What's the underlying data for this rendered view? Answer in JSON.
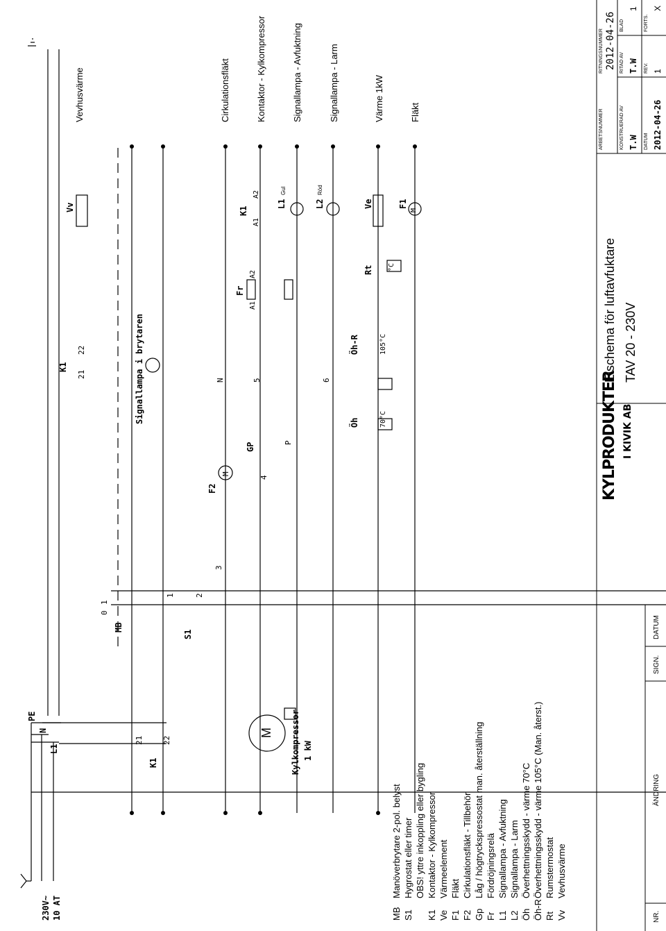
{
  "supply": {
    "rating_line1": "230V~",
    "rating_line2": "10 AT",
    "pe": "PE",
    "n": "N",
    "l1": "L1"
  },
  "compressor": {
    "name": "Kylkompressor",
    "power": "1 kW",
    "motor": "M"
  },
  "contactor_k1": {
    "label": "K1",
    "aux_21": "21",
    "aux_22": "22",
    "top_21": "21",
    "top_22": "22"
  },
  "switch_mb": {
    "label": "MB",
    "pos_0": "0",
    "pos_1": "1"
  },
  "switch_s1": {
    "label": "S1"
  },
  "terminals": {
    "t1": "1",
    "t2": "2",
    "t3": "3",
    "t4": "4",
    "t5": "5",
    "t6": "6",
    "tn": "N"
  },
  "lamp_switch": {
    "label": "Signallampa i brytaren"
  },
  "components": {
    "vv": "Vv",
    "f2": "F2",
    "gp": "GP",
    "gp_p": "P",
    "fr": "Fr",
    "fr_a1": "A1",
    "fr_a2": "A2",
    "k1": "K1",
    "k1_a1": "A1",
    "k1_a2": "A2",
    "l1": "L1",
    "l1_color": "Gul",
    "l2": "L2",
    "l2_color": "Röd",
    "oh": "Öh",
    "oh_temp": "70°C",
    "ohr": "Öh-R",
    "ohr_temp": "105°C",
    "rt": "Rt",
    "rt_unit": "°C",
    "ve": "Ve",
    "f1": "F1",
    "motor": "M"
  },
  "branch_labels": [
    "Vevhusvärme",
    "Cirkulationsfläkt",
    "Kontaktor - Kylkompressor",
    "Signallampa - Avfuktning",
    "Signallampa - Larm",
    "Värme 1kW",
    "Fläkt"
  ],
  "legend": [
    {
      "code": "MB",
      "desc": "Manöverbrytare 2-pol. belyst"
    },
    {
      "code": "S1",
      "desc": "Hygrostat eller timer"
    },
    {
      "code": "",
      "desc": "OBS! yttre inkoppling eller bygling"
    },
    {
      "code": "K1",
      "desc": "Kontaktor - Kylkompressor"
    },
    {
      "code": "Ve",
      "desc": "Värmeelement"
    },
    {
      "code": "F1",
      "desc": "Fläkt"
    },
    {
      "code": "F2",
      "desc": "Cirkulationsfläkt - Tillbehör"
    },
    {
      "code": "Gp",
      "desc": "Låg / högtryckspressostat man. återställning"
    },
    {
      "code": "Fr",
      "desc": "Fördröjningsrelä"
    },
    {
      "code": "L1",
      "desc": "Signallampa - Avfuktning"
    },
    {
      "code": "L2",
      "desc": "Signallampa - Larm"
    },
    {
      "code": "Öh",
      "desc": "Överhettningsskydd - värme 70°C"
    },
    {
      "code": "Öh-R",
      "desc": "Överhettningsskydd - värme 105°C (Man. återst.)"
    },
    {
      "code": "Rt",
      "desc": "Rumstermostat"
    },
    {
      "code": "Vv",
      "desc": "Vevhusvärme"
    }
  ],
  "revision_table": {
    "nr": "NR.",
    "andring": "ÄNDRING",
    "sign": "SIGN.",
    "datum": "DATUM"
  },
  "title_block": {
    "logo_main": "KYLPRODUKTER",
    "logo_sub": "I KIVIK AB",
    "title": "Elschema för luftavfuktare",
    "model": "TAV 20 - 230V",
    "arbetsnummer_label": "ARBETSNUMMER",
    "ritningsnummer_label": "RITNINGSNUMMER",
    "ritningsnummer": "2012-04-26",
    "konstruerad_label": "KONSTRUERAD AV",
    "konstruerad": "T.W",
    "ritad_label": "RITAD AV",
    "ritad": "T.W",
    "blad_label": "BLAD",
    "blad": "1",
    "datum_label": "DATUM",
    "datum": "2012-04-26",
    "rev_label": "REV.",
    "rev": "1",
    "forts_label": "FORTS.",
    "forts": "X"
  }
}
